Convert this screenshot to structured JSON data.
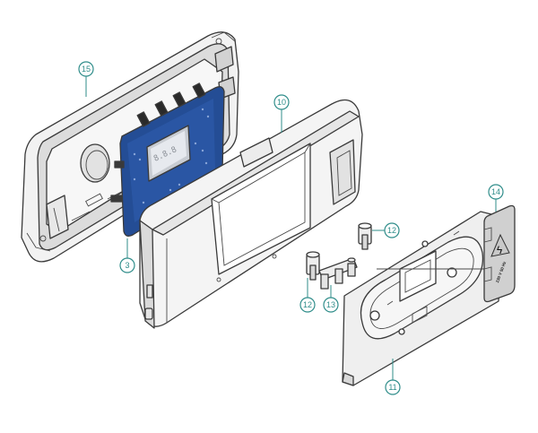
{
  "diagram": {
    "parts": [
      {
        "id": "15",
        "label": "15"
      },
      {
        "id": "10",
        "label": "10"
      },
      {
        "id": "3",
        "label": "3"
      },
      {
        "id": "12a",
        "label": "12"
      },
      {
        "id": "12b",
        "label": "12"
      },
      {
        "id": "13",
        "label": "13"
      },
      {
        "id": "14",
        "label": "14"
      },
      {
        "id": "11",
        "label": "11"
      }
    ],
    "pcb_display": "8.8.8",
    "warning_label": "230 V 50 Hz",
    "colors": {
      "callout": "#2f8d8a",
      "pcb": "#244d95",
      "housing": "#f3f3f3",
      "outline": "#3a3a3a"
    }
  }
}
